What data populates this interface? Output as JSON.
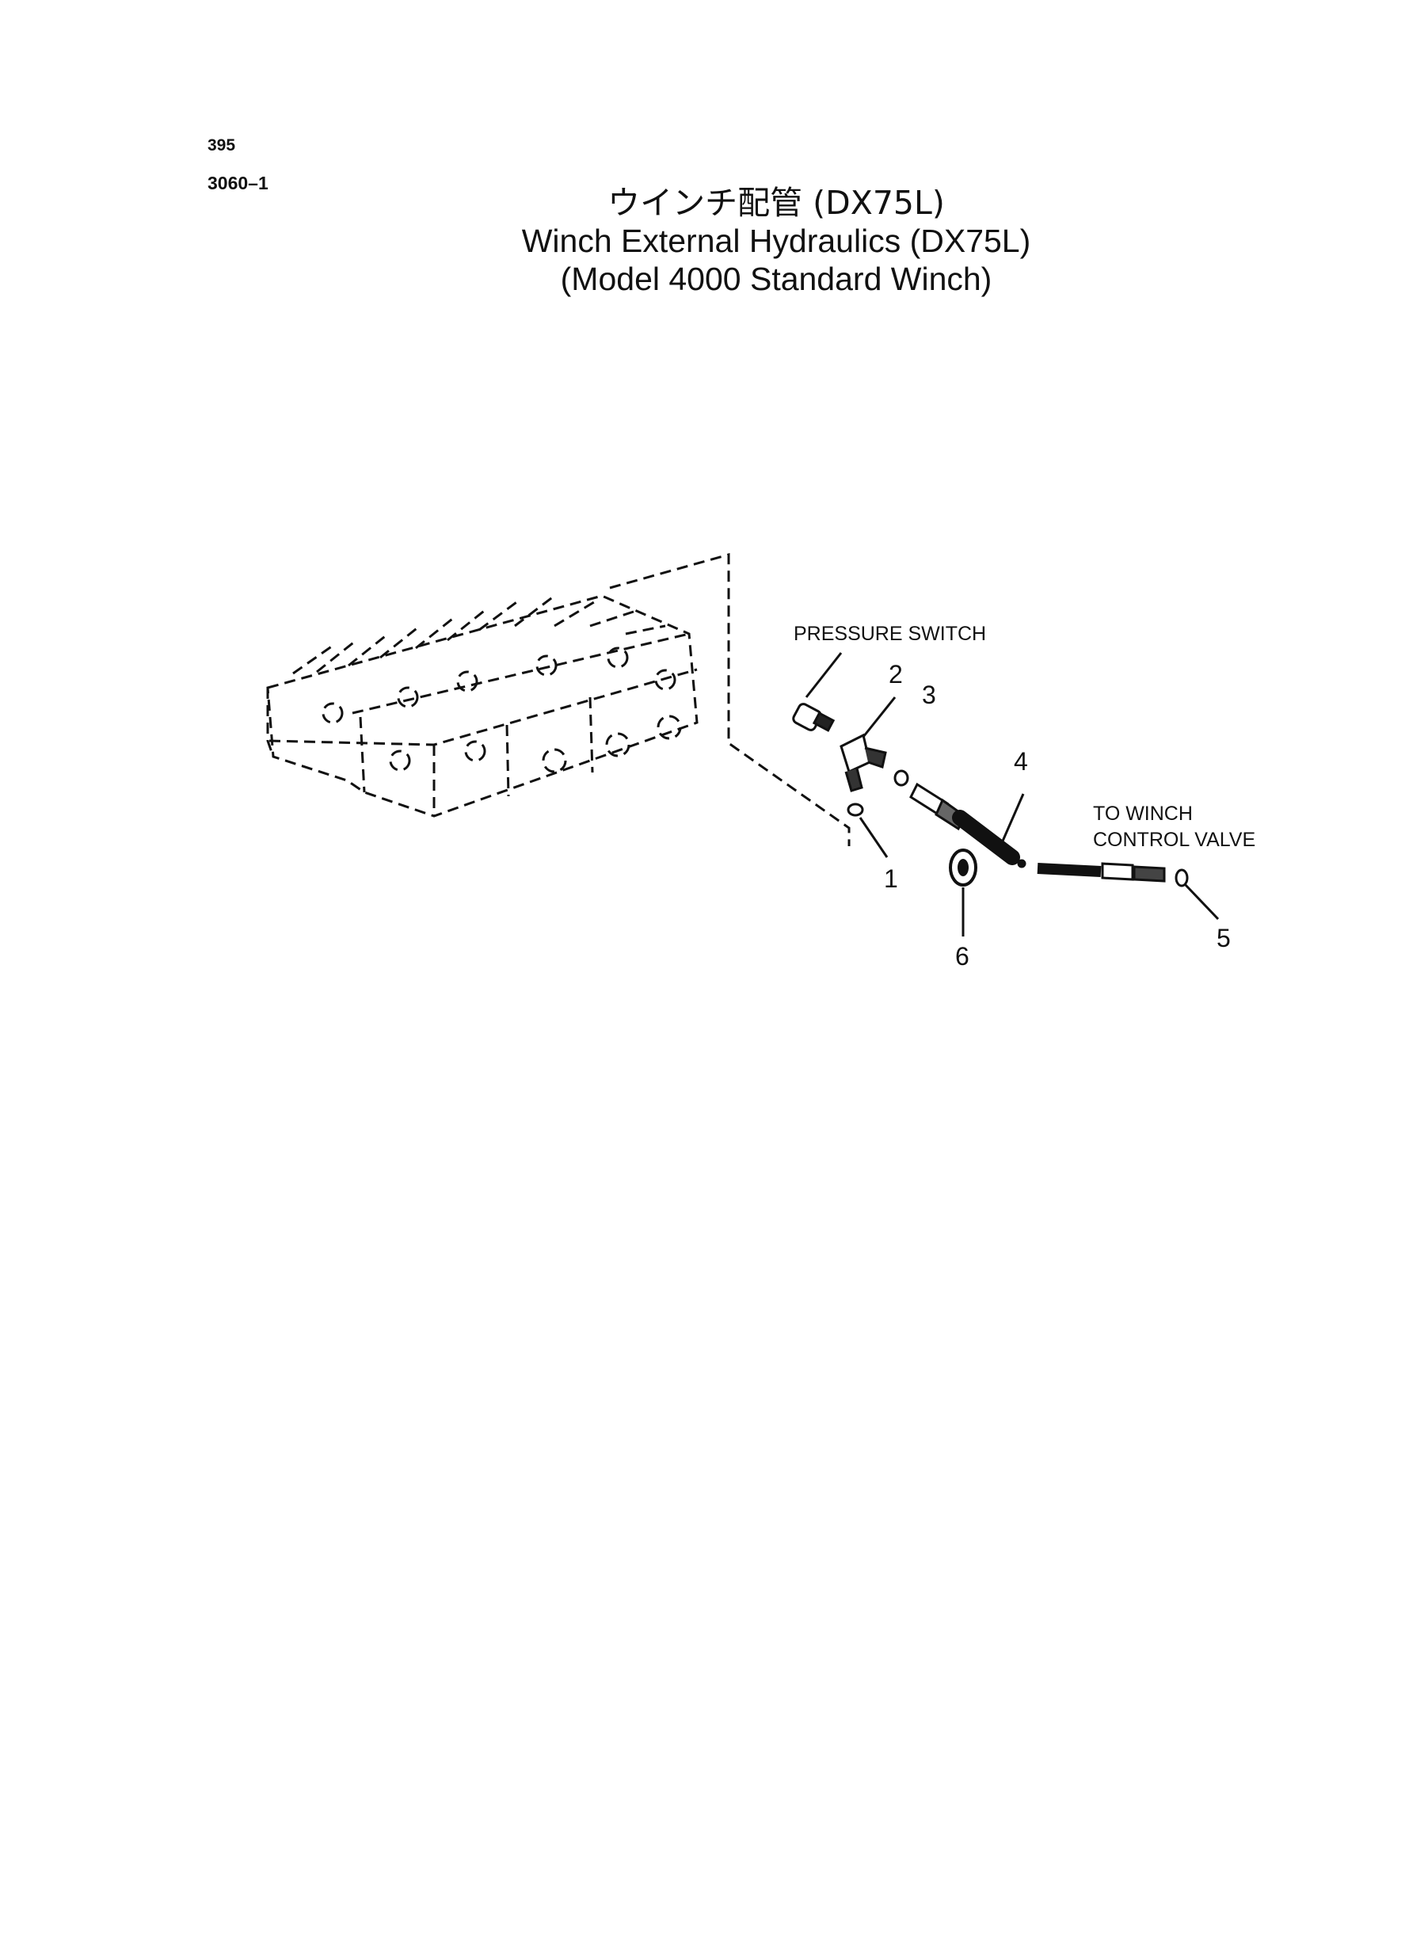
{
  "header": {
    "page_number": "395",
    "sheet_code": "3060–1"
  },
  "title": {
    "japanese": "ウインチ配管 (DX75L)",
    "english": "Winch External Hydraulics (DX75L)",
    "model": "(Model 4000 Standard Winch)"
  },
  "diagram": {
    "labels": {
      "pressure_switch": "PRESSURE SWITCH",
      "to_winch_line1": "TO WINCH",
      "to_winch_line2": "CONTROL VALVE"
    },
    "part_numbers": [
      "1",
      "2",
      "3",
      "4",
      "5",
      "6"
    ]
  }
}
